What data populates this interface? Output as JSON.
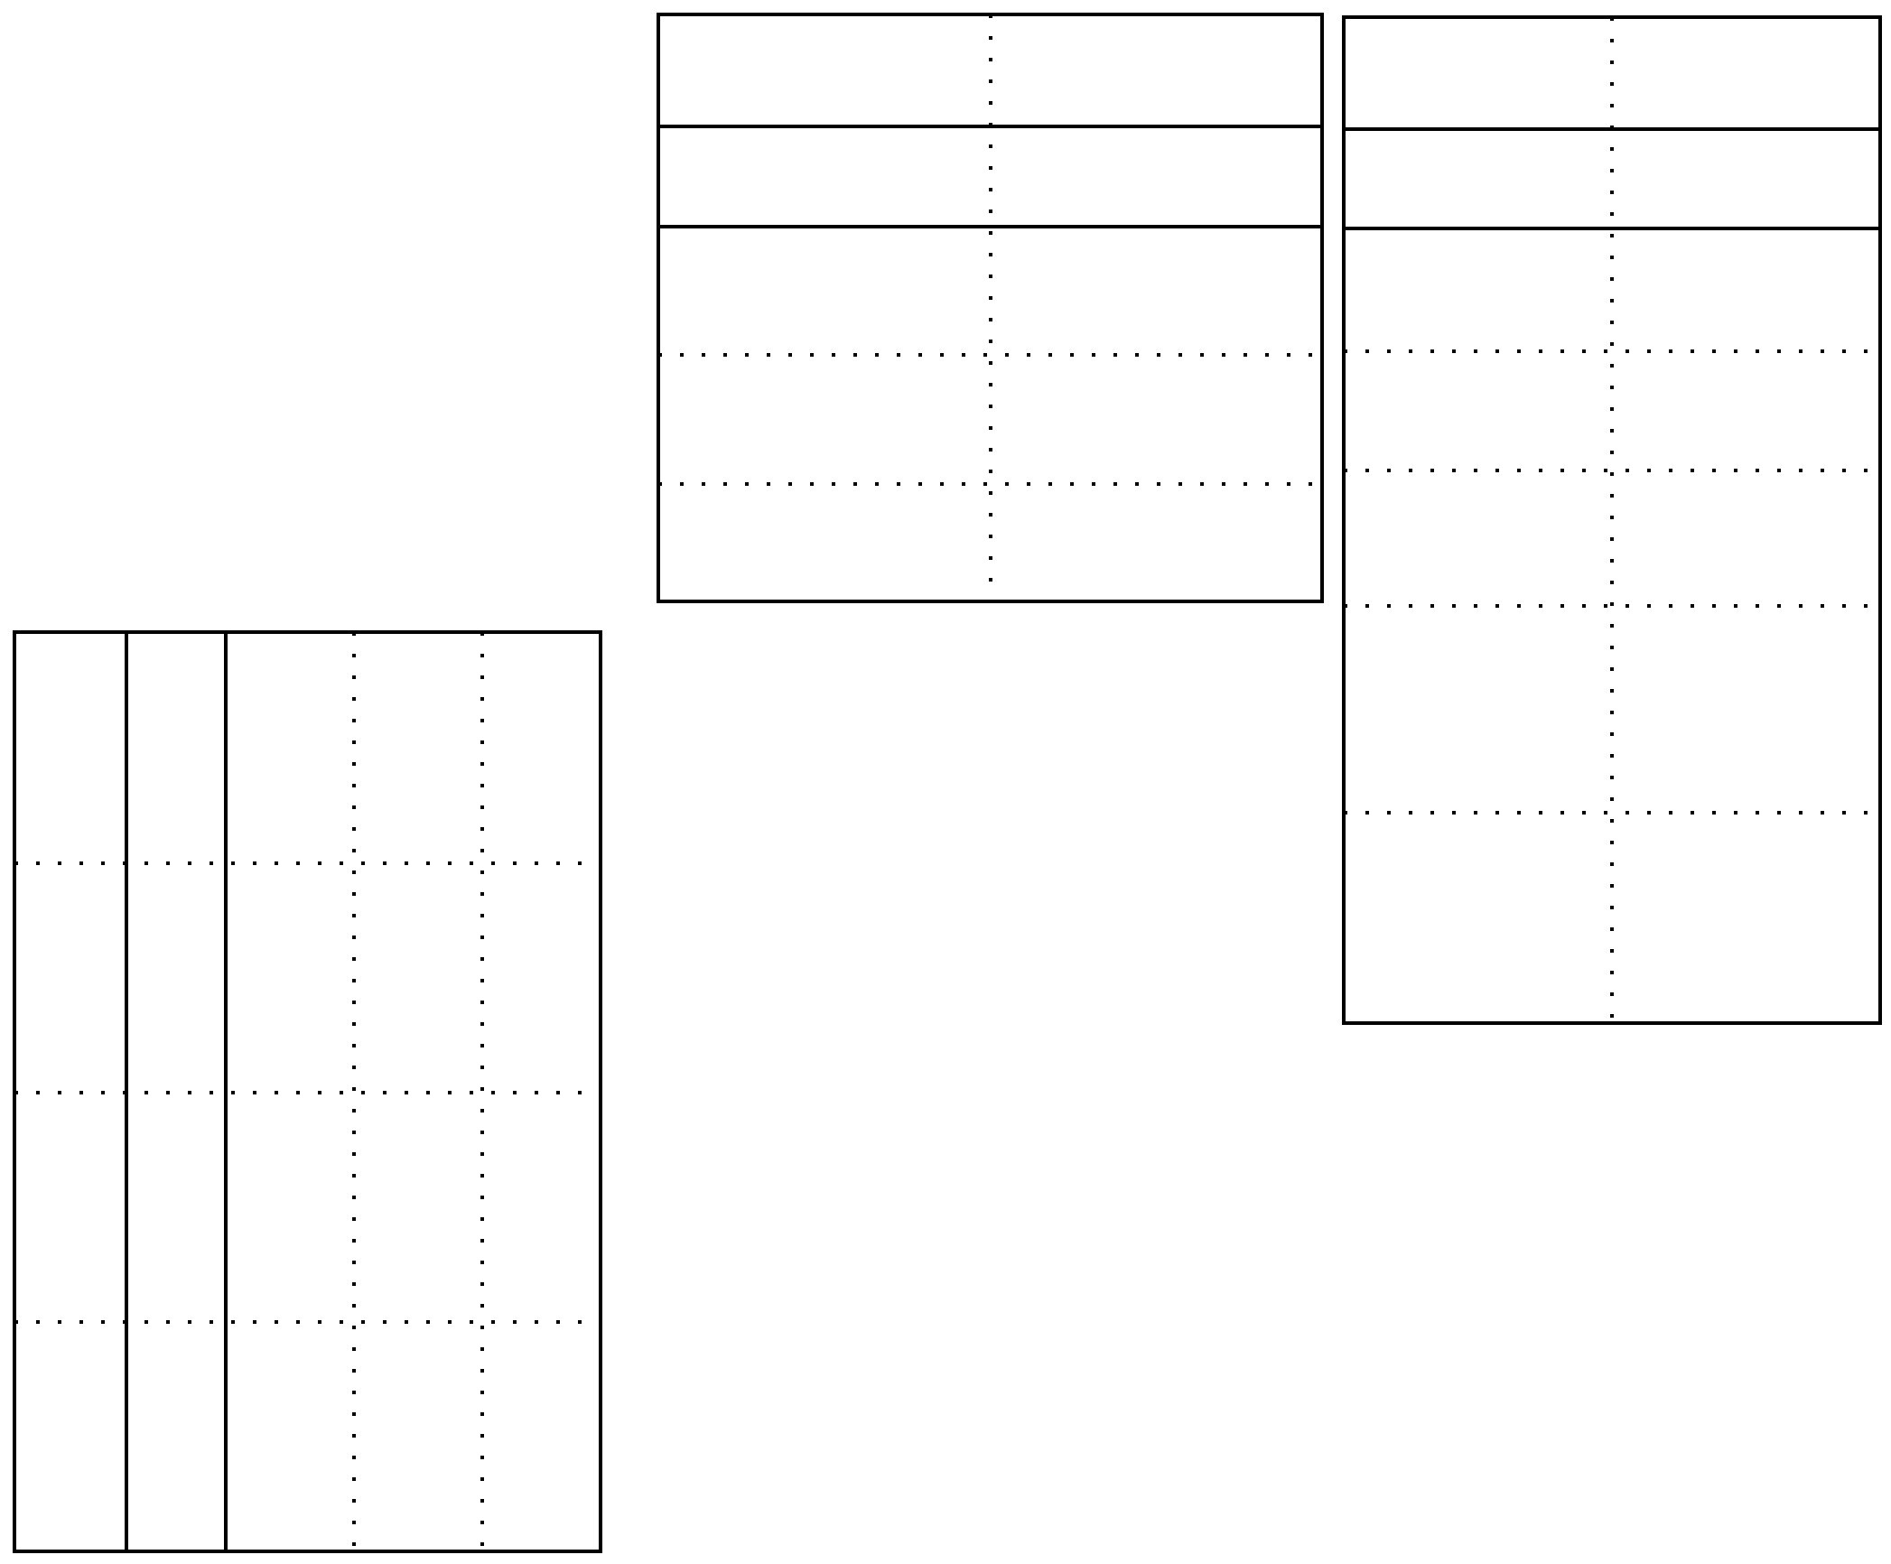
{
  "diagram": {
    "title": "",
    "grids": [
      {
        "name": "grid-left-transposed",
        "orientation": "columns",
        "solid_column_dividers": 2,
        "dotted_column_dividers": 2,
        "dotted_row_dividers": 3
      },
      {
        "name": "grid-middle",
        "orientation": "rows",
        "solid_row_dividers": 2,
        "dotted_row_dividers": 2,
        "dotted_column_dividers": 1
      },
      {
        "name": "grid-right",
        "orientation": "rows",
        "solid_row_dividers": 2,
        "dotted_row_dividers": 4,
        "dotted_column_dividers": 1
      }
    ],
    "colors": {
      "line": "#000000",
      "background": "#ffffff"
    }
  }
}
